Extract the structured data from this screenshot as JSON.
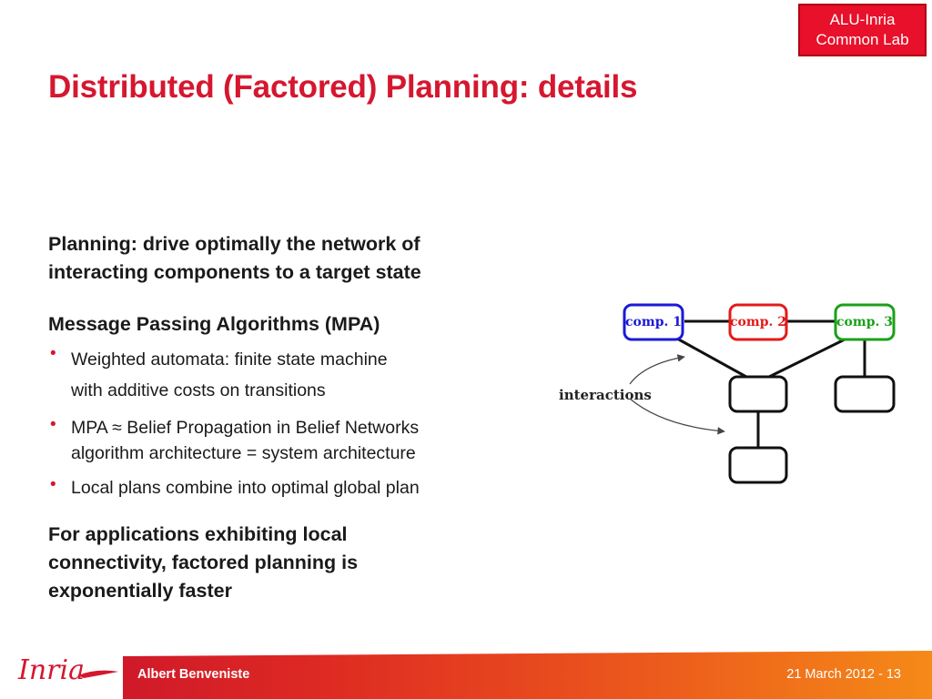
{
  "badge": {
    "line1": "ALU-Inria",
    "line2": "Common Lab"
  },
  "title": "Distributed (Factored) Planning: details",
  "planning": {
    "line1": "Planning: drive optimally the network of",
    "line2": "interacting components to a target state"
  },
  "mpa_heading": "Message Passing Algorithms (MPA)",
  "bullets": [
    {
      "line1": "Weighted automata: finite state machine",
      "line2": "with additive costs on transitions"
    },
    {
      "line1": "MPA ≈ Belief Propagation in Belief Networks",
      "line2": "algorithm architecture = system architecture"
    },
    {
      "line1": "Local plans combine into optimal global plan"
    }
  ],
  "bullet_glyph": "•",
  "conclusion": {
    "line1": "For applications exhibiting local",
    "line2": "connectivity, factored planning is",
    "line3": "exponentially faster"
  },
  "diagram": {
    "comp1": "comp. 1",
    "comp2": "comp. 2",
    "comp3": "comp. 3",
    "interactions": "interactions",
    "colors": {
      "comp1": "#1a1ad6",
      "comp2": "#e31a1a",
      "comp3": "#1aa01a"
    }
  },
  "footer": {
    "logo": "Inria",
    "author": "Albert Benveniste",
    "date": "21 March  2012 - 13"
  },
  "colors": {
    "accent": "#d5172f",
    "badge_bg": "#e8102a"
  }
}
